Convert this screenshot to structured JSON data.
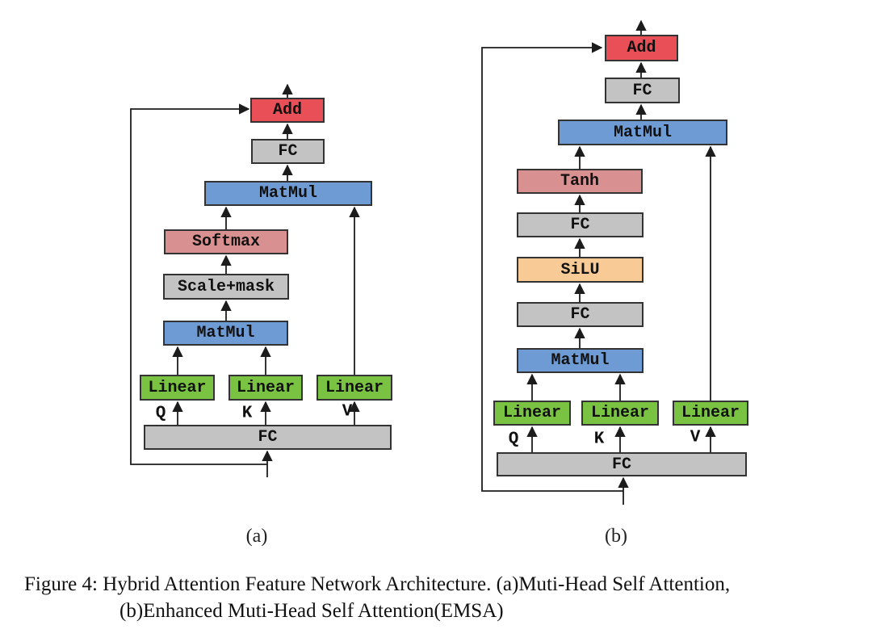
{
  "figure_caption": {
    "line1": "Figure 4: Hybrid Attention Feature Network Architecture. (a)Muti-Head Self Attention,",
    "line2": "(b)Enhanced Muti-Head Self Attention(EMSA)"
  },
  "colors": {
    "red": "#e94f57",
    "gray": "#c3c3c3",
    "blue": "#6f9bd5",
    "rose": "#d89090",
    "peach": "#f8ca96",
    "green": "#7ac342",
    "border": "#333333",
    "ink": "#111111"
  },
  "diagram_a": {
    "subcaption": "(a)",
    "nodes": {
      "add": "Add",
      "fc_top": "FC",
      "matmul_top": "MatMul",
      "softmax": "Softmax",
      "scale_mask": "Scale+mask",
      "matmul_bottom": "MatMul",
      "linear_q": "Linear",
      "linear_k": "Linear",
      "linear_v": "Linear",
      "fc_bottom": "FC"
    },
    "labels": {
      "q": "Q",
      "k": "K",
      "v": "V"
    }
  },
  "diagram_b": {
    "subcaption": "(b)",
    "nodes": {
      "add": "Add",
      "fc_top": "FC",
      "matmul_top": "MatMul",
      "tanh": "Tanh",
      "fc_upper": "FC",
      "silu": "SiLU",
      "fc_lower": "FC",
      "matmul_bottom": "MatMul",
      "linear_q": "Linear",
      "linear_k": "Linear",
      "linear_v": "Linear",
      "fc_bottom": "FC"
    },
    "labels": {
      "q": "Q",
      "k": "K",
      "v": "V"
    }
  }
}
